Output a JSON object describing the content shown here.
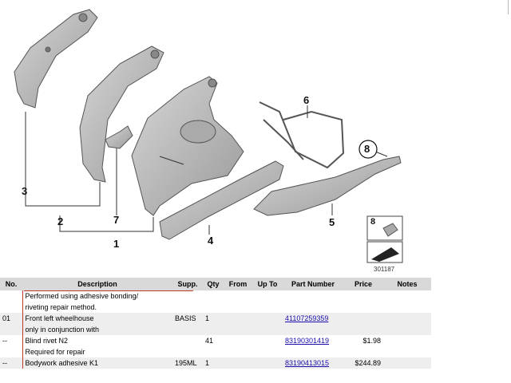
{
  "diagram": {
    "callouts": [
      "1",
      "2",
      "3",
      "4",
      "5",
      "6",
      "7",
      "8"
    ],
    "legend_number": "8",
    "diagram_id": "301187"
  },
  "table": {
    "headers": [
      "No.",
      "Description",
      "Supp.",
      "Qty",
      "From",
      "Up To",
      "Part Number",
      "Price",
      "Notes"
    ],
    "rows": [
      {
        "no": "",
        "desc": "Performed using adhesive bonding/",
        "supp": "",
        "qty": "",
        "from": "",
        "upto": "",
        "part": "",
        "price": "",
        "notes": ""
      },
      {
        "no": "",
        "desc": "riveting repair method.",
        "supp": "",
        "qty": "",
        "from": "",
        "upto": "",
        "part": "",
        "price": "",
        "notes": ""
      },
      {
        "no": "01",
        "desc": "Front left wheelhouse",
        "supp": "BASIS",
        "qty": "1",
        "from": "",
        "upto": "",
        "part": "41107259359",
        "price": "",
        "notes": ""
      },
      {
        "no": "",
        "desc": "only in conjunction with",
        "supp": "",
        "qty": "",
        "from": "",
        "upto": "",
        "part": "",
        "price": "",
        "notes": ""
      },
      {
        "no": "--",
        "desc": "Blind rivet N2",
        "supp": "",
        "qty": "41",
        "from": "",
        "upto": "",
        "part": "83190301419",
        "price": "$1.98",
        "notes": ""
      },
      {
        "no": "",
        "desc": "Required for repair",
        "supp": "",
        "qty": "",
        "from": "",
        "upto": "",
        "part": "",
        "price": "",
        "notes": ""
      },
      {
        "no": "--",
        "desc": "Bodywork adhesive K1",
        "supp": "195ML",
        "qty": "1",
        "from": "",
        "upto": "",
        "part": "83190413015",
        "price": "$244.89",
        "notes": ""
      }
    ]
  }
}
